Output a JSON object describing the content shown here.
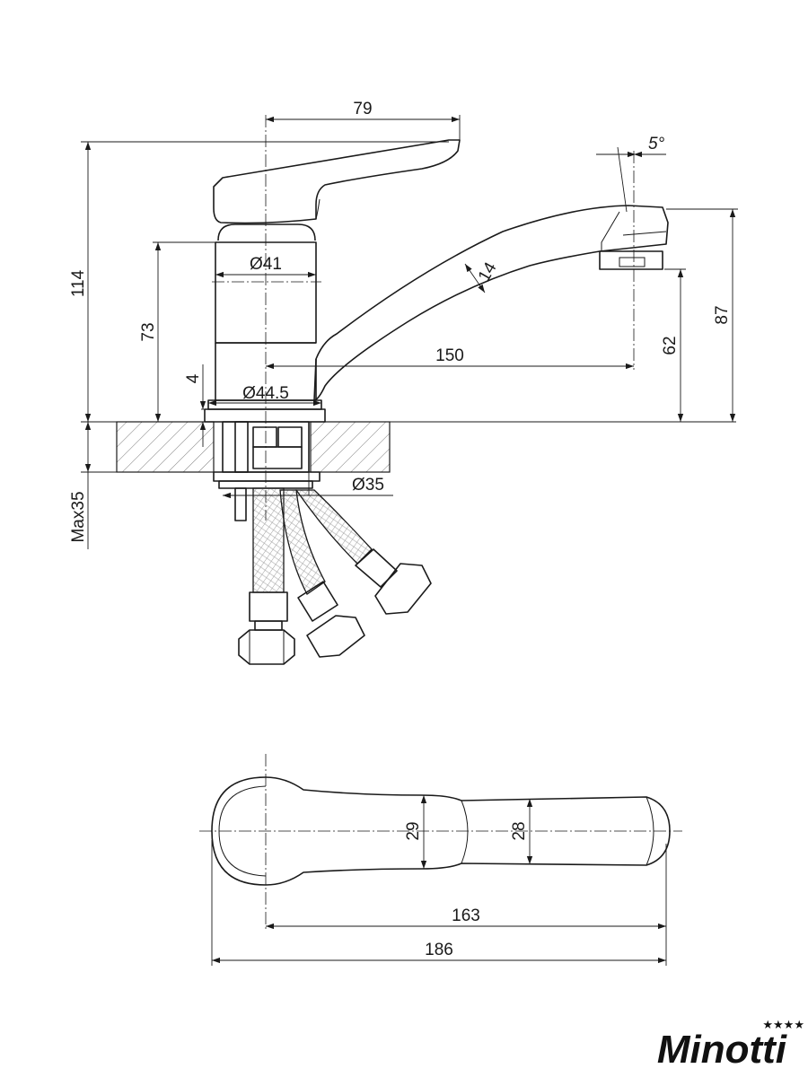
{
  "brand": {
    "name": "Minotti",
    "stars": "★★★★"
  },
  "side_view": {
    "dims": {
      "handle_reach": "79",
      "spout_angle": "5°",
      "total_height": "114",
      "body_diameter": "Ø41",
      "body_height": "73",
      "spout_thickness": "14",
      "spout_reach": "150",
      "aerator_height": "62",
      "spout_top_height": "87",
      "base_ring_height": "4",
      "base_diameter": "Ø44.5",
      "shank_diameter": "Ø35",
      "max_counter_thickness": "Max35"
    }
  },
  "top_view": {
    "dims": {
      "handle_width": "29",
      "spout_width": "28",
      "spout_length": "163",
      "overall_length": "186"
    }
  }
}
